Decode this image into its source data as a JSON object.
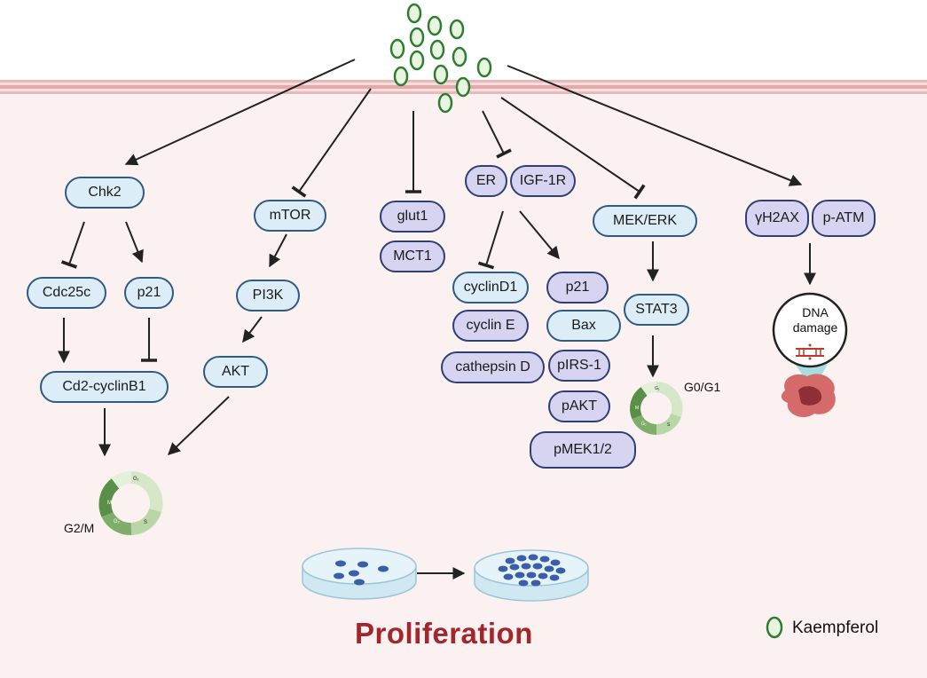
{
  "nodes": {
    "chk2": "Chk2",
    "cdc25c": "Cdc25c",
    "p21_left": "p21",
    "cd2_cyclinb1": "Cd2-cyclinB1",
    "mtor": "mTOR",
    "pi3k": "PI3K",
    "akt": "AKT",
    "glut1": "glut1",
    "mct1": "MCT1",
    "er": "ER",
    "igf1r": "IGF-1R",
    "cyclind1": "cyclinD1",
    "cycline": "cyclin E",
    "cathepsin_d": "cathepsin D",
    "p21_right": "p21",
    "bax": "Bax",
    "pirs1": "pIRS-1",
    "pakt": "pAKT",
    "pmek12": "pMEK1/2",
    "mek_erk": "MEK/ERK",
    "stat3": "STAT3",
    "gamma_h2ax": "γH2AX",
    "p_atm": "p-ATM"
  },
  "dna_damage": {
    "line1": "DNA",
    "line2": "damage"
  },
  "cell_cycle_left": {
    "label": "G2/M",
    "phases": [
      "G₁",
      "S",
      "G₂",
      "M"
    ]
  },
  "cell_cycle_right": {
    "label": "G0/G1",
    "phases": [
      "G₁",
      "S",
      "G₂",
      "M"
    ]
  },
  "outcome": "Proliferation",
  "legend": {
    "label": "Kaempferol",
    "icon": "kaempferol-molecule-icon",
    "color": "#2e7d32"
  },
  "colors": {
    "membrane": "#e3aaaa",
    "cytoplasm": "#fcf1f1",
    "node_blue_fill": "#dcedf8",
    "node_purple_fill": "#d6d4f0",
    "node_border": "#2f5a83",
    "proliferation_text": "#a3262c",
    "molecule_stroke": "#2e7d32",
    "molecule_fill": "#eaf5e1"
  }
}
